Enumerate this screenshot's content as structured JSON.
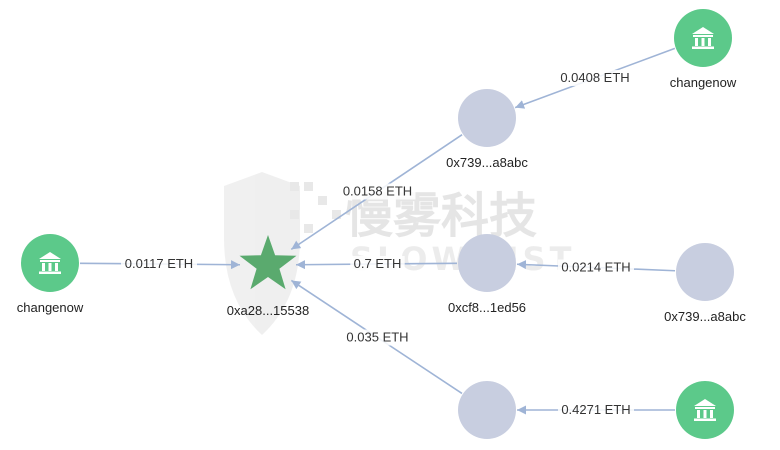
{
  "colors": {
    "exchange": "#5cc98a",
    "address": "#c8cee0",
    "target": "#5aaa6e",
    "edge": "#9fb4d6",
    "watermark": "#d8d8d8"
  },
  "watermark": {
    "cn": "慢雾科技",
    "en": "SLOWMIST"
  },
  "nodes": [
    {
      "id": "ex_left",
      "type": "exchange",
      "label": "changenow",
      "icon": "bank-icon"
    },
    {
      "id": "target",
      "type": "target",
      "label": "0xa28...15538",
      "icon": "star-icon"
    },
    {
      "id": "mid_top",
      "type": "address",
      "label": "0x739...a8abc"
    },
    {
      "id": "mid_center",
      "type": "address",
      "label": "0xcf8...1ed56"
    },
    {
      "id": "mid_bottom",
      "type": "address",
      "label": ""
    },
    {
      "id": "ex_top_right",
      "type": "exchange",
      "label": "changenow",
      "icon": "bank-icon"
    },
    {
      "id": "right_center",
      "type": "address",
      "label": "0x739...a8abc"
    },
    {
      "id": "ex_bottom_right",
      "type": "exchange",
      "label": "",
      "icon": "bank-icon"
    }
  ],
  "edges": [
    {
      "id": "e1",
      "from": "ex_left",
      "to": "target",
      "label": "0.0117 ETH"
    },
    {
      "id": "e2",
      "from": "mid_top",
      "to": "target",
      "label": "0.0158 ETH"
    },
    {
      "id": "e3",
      "from": "mid_center",
      "to": "target",
      "label": "0.7 ETH"
    },
    {
      "id": "e4",
      "from": "mid_bottom",
      "to": "target",
      "label": "0.035 ETH"
    },
    {
      "id": "e5",
      "from": "ex_top_right",
      "to": "mid_top",
      "label": "0.0408 ETH"
    },
    {
      "id": "e6",
      "from": "right_center",
      "to": "mid_center",
      "label": "0.0214 ETH"
    },
    {
      "id": "e7",
      "from": "ex_bottom_right",
      "to": "mid_bottom",
      "label": "0.4271 ETH"
    }
  ]
}
